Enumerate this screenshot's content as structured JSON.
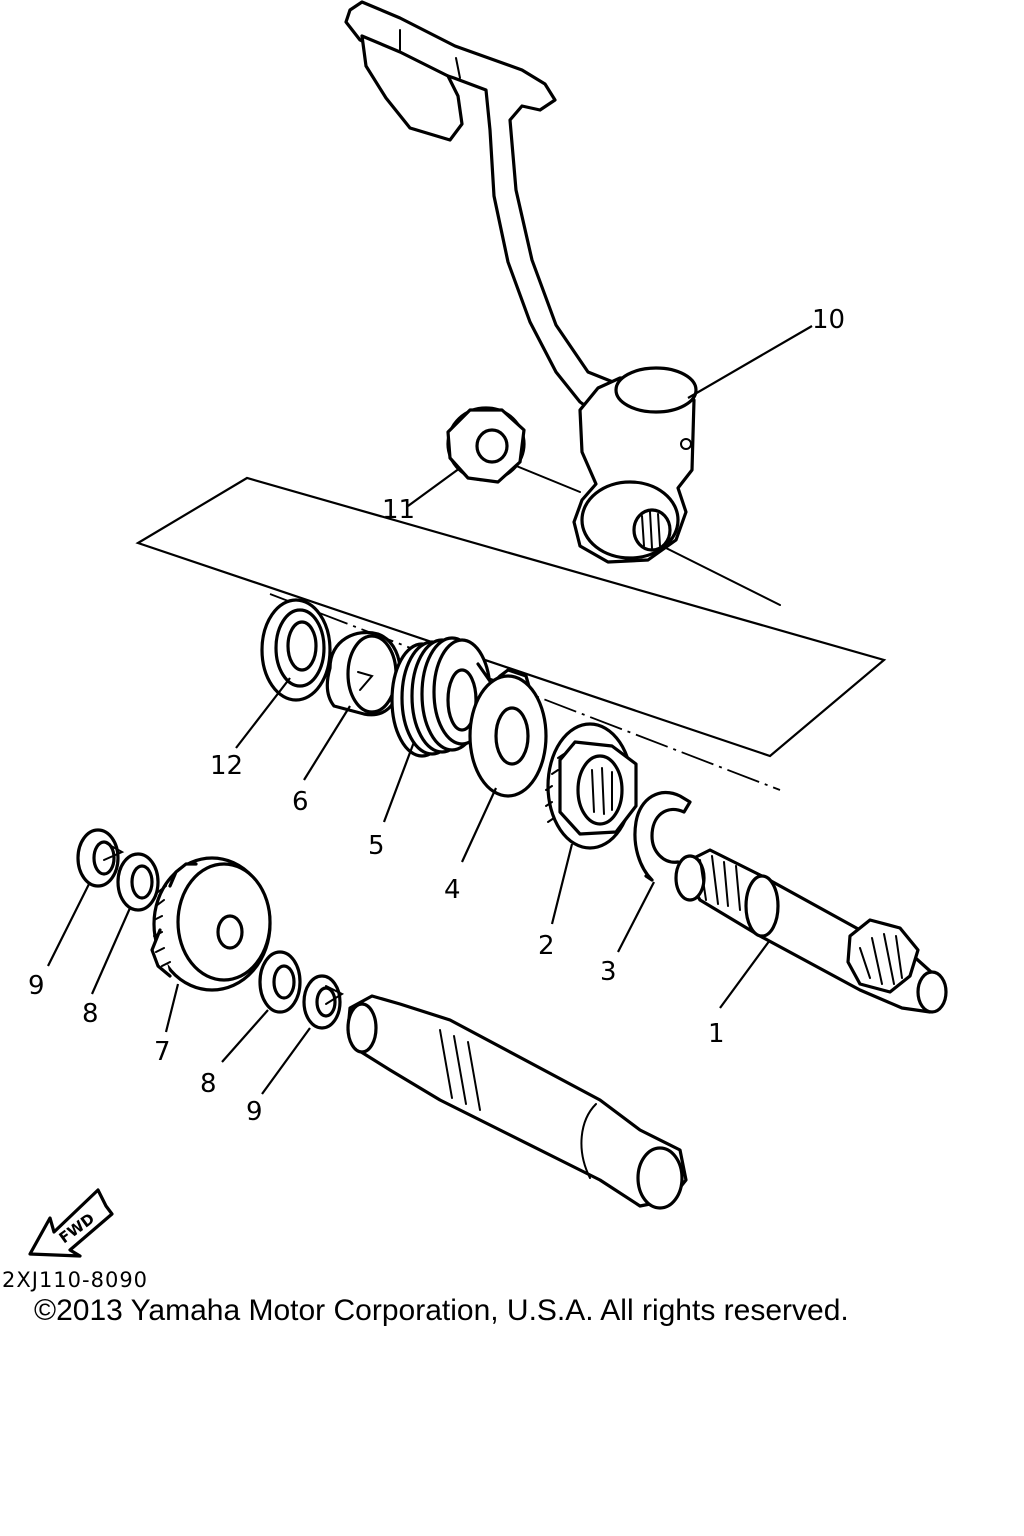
{
  "diagram": {
    "callouts": [
      "1",
      "2",
      "3",
      "4",
      "5",
      "6",
      "7",
      "8",
      "8",
      "9",
      "9",
      "10",
      "11",
      "12"
    ],
    "fwd_label": "FWD",
    "diagram_code": "2XJ110-8090",
    "copyright": "©2013 Yamaha Motor Corporation, U.S.A. All rights reserved."
  }
}
